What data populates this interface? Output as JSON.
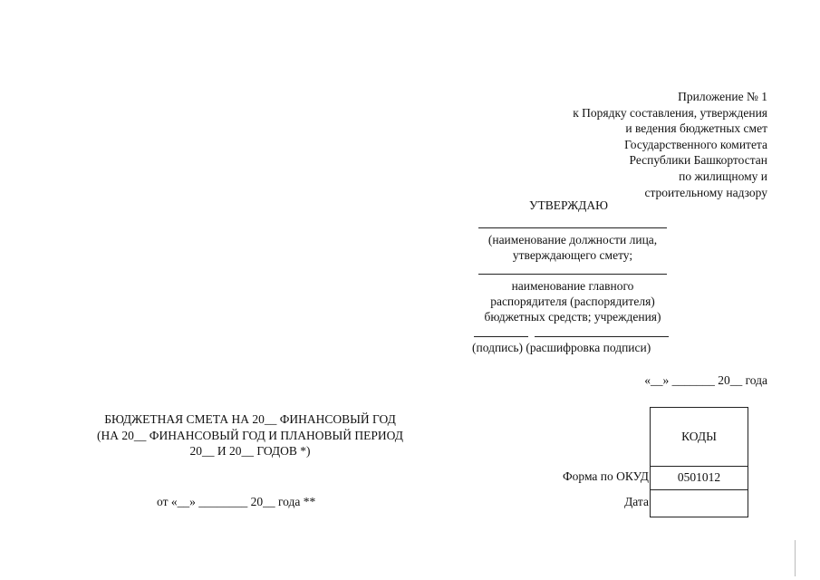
{
  "appendix": {
    "lines": [
      "Приложение № 1",
      "к Порядку составления, утверждения",
      "и ведения бюджетных смет",
      "Государственного комитета",
      "Республики Башкортостан",
      "по жилищному и",
      "строительному надзору"
    ]
  },
  "approval": {
    "title": "УТВЕРЖДАЮ",
    "official_caption": [
      "(наименование должности лица,",
      "утверждающего смету;"
    ],
    "manager_caption": [
      "наименование главного",
      "распорядителя (распорядителя)",
      "бюджетных средств; учреждения)"
    ],
    "signature_caption": "(подпись) (расшифровка подписи)",
    "date_line": "«__» _______ 20__ года"
  },
  "document_title": {
    "lines": [
      "БЮДЖЕТНАЯ СМЕТА НА 20__ ФИНАНСОВЫЙ ГОД",
      "(НА 20__ ФИНАНСОВЫЙ ГОД И ПЛАНОВЫЙ ПЕРИОД",
      "20__ И 20__ ГОДОВ *)"
    ],
    "date_line": "от «__» ________ 20__ года **"
  },
  "codes_table": {
    "header": "КОДЫ",
    "rows": [
      {
        "label": "Форма по ОКУД",
        "value": "0501012"
      },
      {
        "label": "Дата",
        "value": ""
      }
    ]
  }
}
